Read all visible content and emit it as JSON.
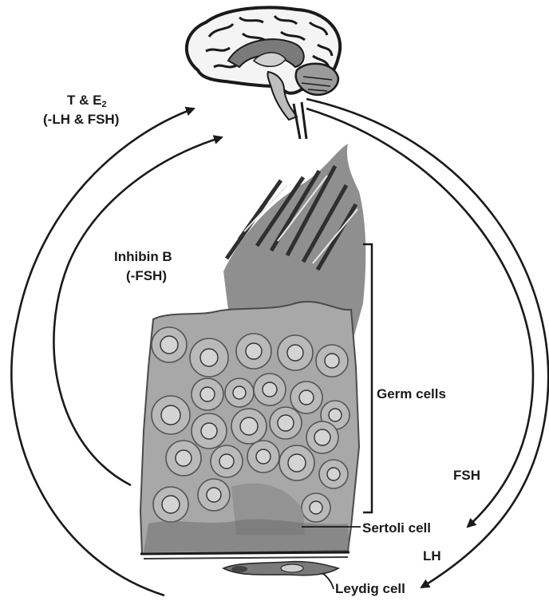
{
  "diagram": {
    "labels": {
      "t_e2": {
        "base": "T & E",
        "sub": "2"
      },
      "t_e2_effect": "(-LH & FSH)",
      "inhibin": "Inhibin B",
      "inhibin_effect": "(-FSH)",
      "germ_cells": "Germ cells",
      "fsh": "FSH",
      "sertoli": "Sertoli cell",
      "lh": "LH",
      "leydig": "Leydig cell"
    },
    "colors": {
      "line": "#1a1a1a",
      "tissue": "#a8a8a8",
      "tissue_dark": "#5a5a5a",
      "nucleus": "#cfcfcf"
    },
    "images": {
      "brain": "brain-illustration",
      "tissue": "seminiferous-tubule-micrograph"
    }
  }
}
